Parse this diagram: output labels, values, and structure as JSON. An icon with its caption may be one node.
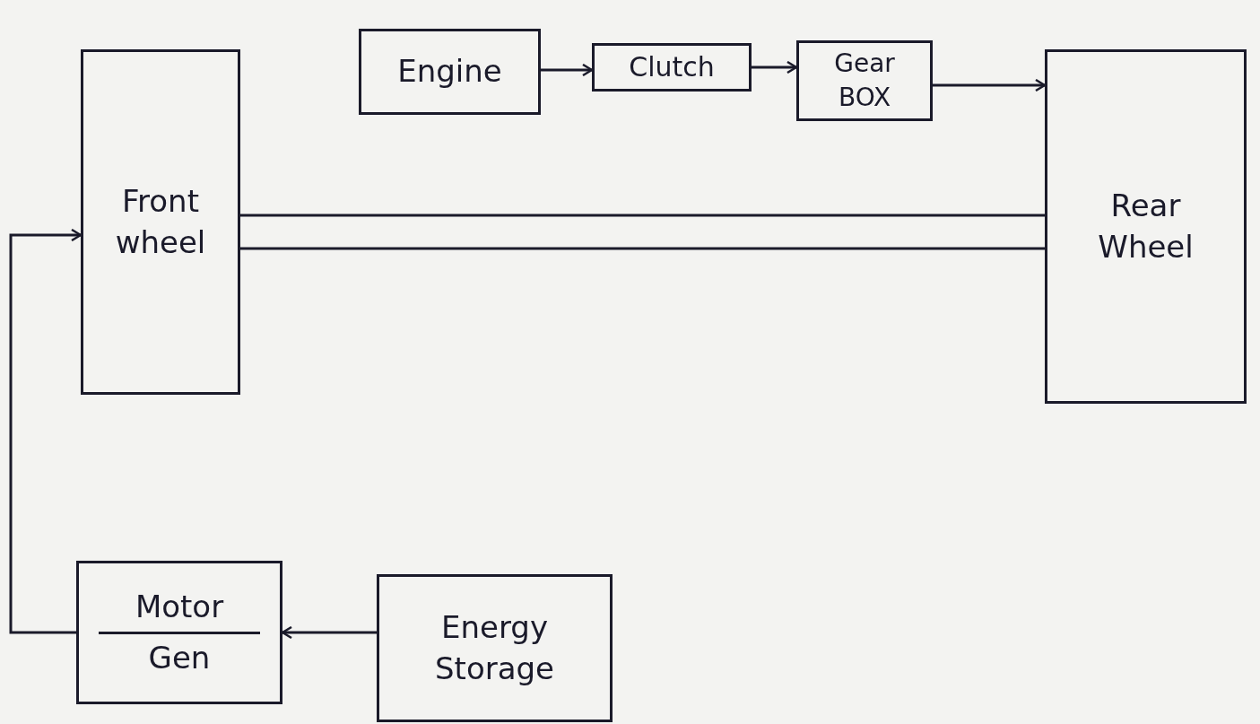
{
  "diagram": {
    "nodes": [
      {
        "text": [
          "Front wheel"
        ]
      },
      {
        "text": [
          "Engine"
        ]
      },
      {
        "text": [
          "Clutch"
        ]
      },
      {
        "text": [
          "Gear BOX"
        ]
      },
      {
        "text": [
          "Rear Wheel"
        ]
      },
      {
        "text": [
          "Motor",
          "Gen"
        ]
      },
      {
        "text": [
          "Energy Storage"
        ]
      }
    ],
    "edges": [
      {
        "from": 1,
        "to": 2,
        "arrow": "to"
      },
      {
        "from": 2,
        "to": 3,
        "arrow": "to"
      },
      {
        "from": 3,
        "to": 4,
        "arrow": "to"
      },
      {
        "from": 0,
        "to": 4,
        "arrow": "none"
      },
      {
        "from": 0,
        "to": 4,
        "arrow": "none"
      },
      {
        "from": 6,
        "to": 5,
        "arrow": "to"
      },
      {
        "from": 5,
        "to": 0,
        "arrow": "to"
      }
    ]
  }
}
